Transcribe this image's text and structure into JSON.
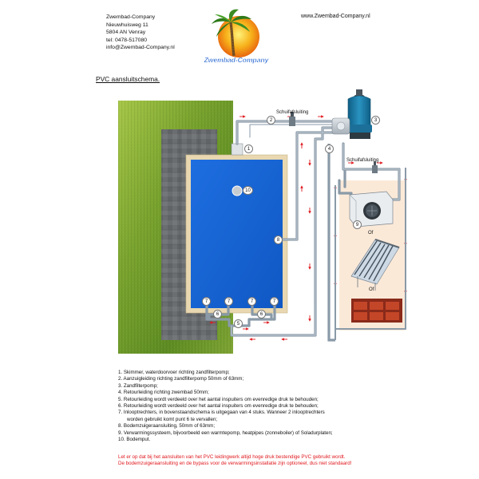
{
  "header": {
    "company": "Zwembad-Company",
    "street": "Nieuwhuisweg 11",
    "city": "5804 AN Venray",
    "phone": "tel: 0478-517080",
    "email": "info@Zwembad-Company.nl",
    "website": "www.Zwembad-Company.nl",
    "logo_text": "Zwembad-Company"
  },
  "title": "PVC aansluitschema.",
  "diagram": {
    "label_valve_1": "Schuifafsluiting",
    "label_valve_2": "Schuifafsluiting",
    "of_1": "Of",
    "of_2": "Of",
    "numbers": {
      "n1": "1",
      "n2": "2",
      "n3": "3",
      "n4": "4",
      "n5": "5",
      "n6a": "6",
      "n6b": "6",
      "n7a": "7",
      "n7b": "7",
      "n7c": "7",
      "n7d": "7",
      "n8": "8",
      "n9": "9",
      "n10": "10"
    }
  },
  "legend": [
    "1. Skimmer, waterdoorvoer richting zandfilterpomp;",
    "2. Aanzuigleiding richting zandfilterpomp 50mm of 63mm;",
    "3. Zandfilterpomp;",
    "4. Retourleiding richting zwembad 50mm;",
    "5. Retourleiding wordt verdeeld over het aantal inspuiters om evenredige druk te behouden;",
    "6. Retourleiding wordt verdeeld over het aantal inspuiters om evenredige druk te behouden;",
    "7. Inlooptrechters, in bovenstaandschema is uitgegaan van 4 stuks. Wanneer 2 inlooptrechters",
    "worden gebruikt komt punt 6 te vervallen;",
    "8. Bodemzuigeraansluiting, 50mm of 63mm;",
    "9. Verwarmingssysteem, bijvoorbeeld een warmtepomp, heatpipes (zonneboiler) of Soladurplaten;",
    "10. Bodemput."
  ],
  "warning": [
    "Let er op dat bij het aansluiten van het PVC leidingwerk altijd hoge druk bestendige PVC gebruikt wordt.",
    "De bodemzuigeraansluiting en de bypass voor de verwarmingsinstallatie zijn optioneel, dus niet standaard!"
  ],
  "colors": {
    "grass": "#6f9a2a",
    "pool_water": "#1565d8",
    "pool_edge": "#e8d7b0",
    "pipe": "#8a9aa8",
    "flow_arrow": "#e0191f",
    "heating_bg": "#fbe9d8",
    "warning_text": "#e0191f"
  }
}
